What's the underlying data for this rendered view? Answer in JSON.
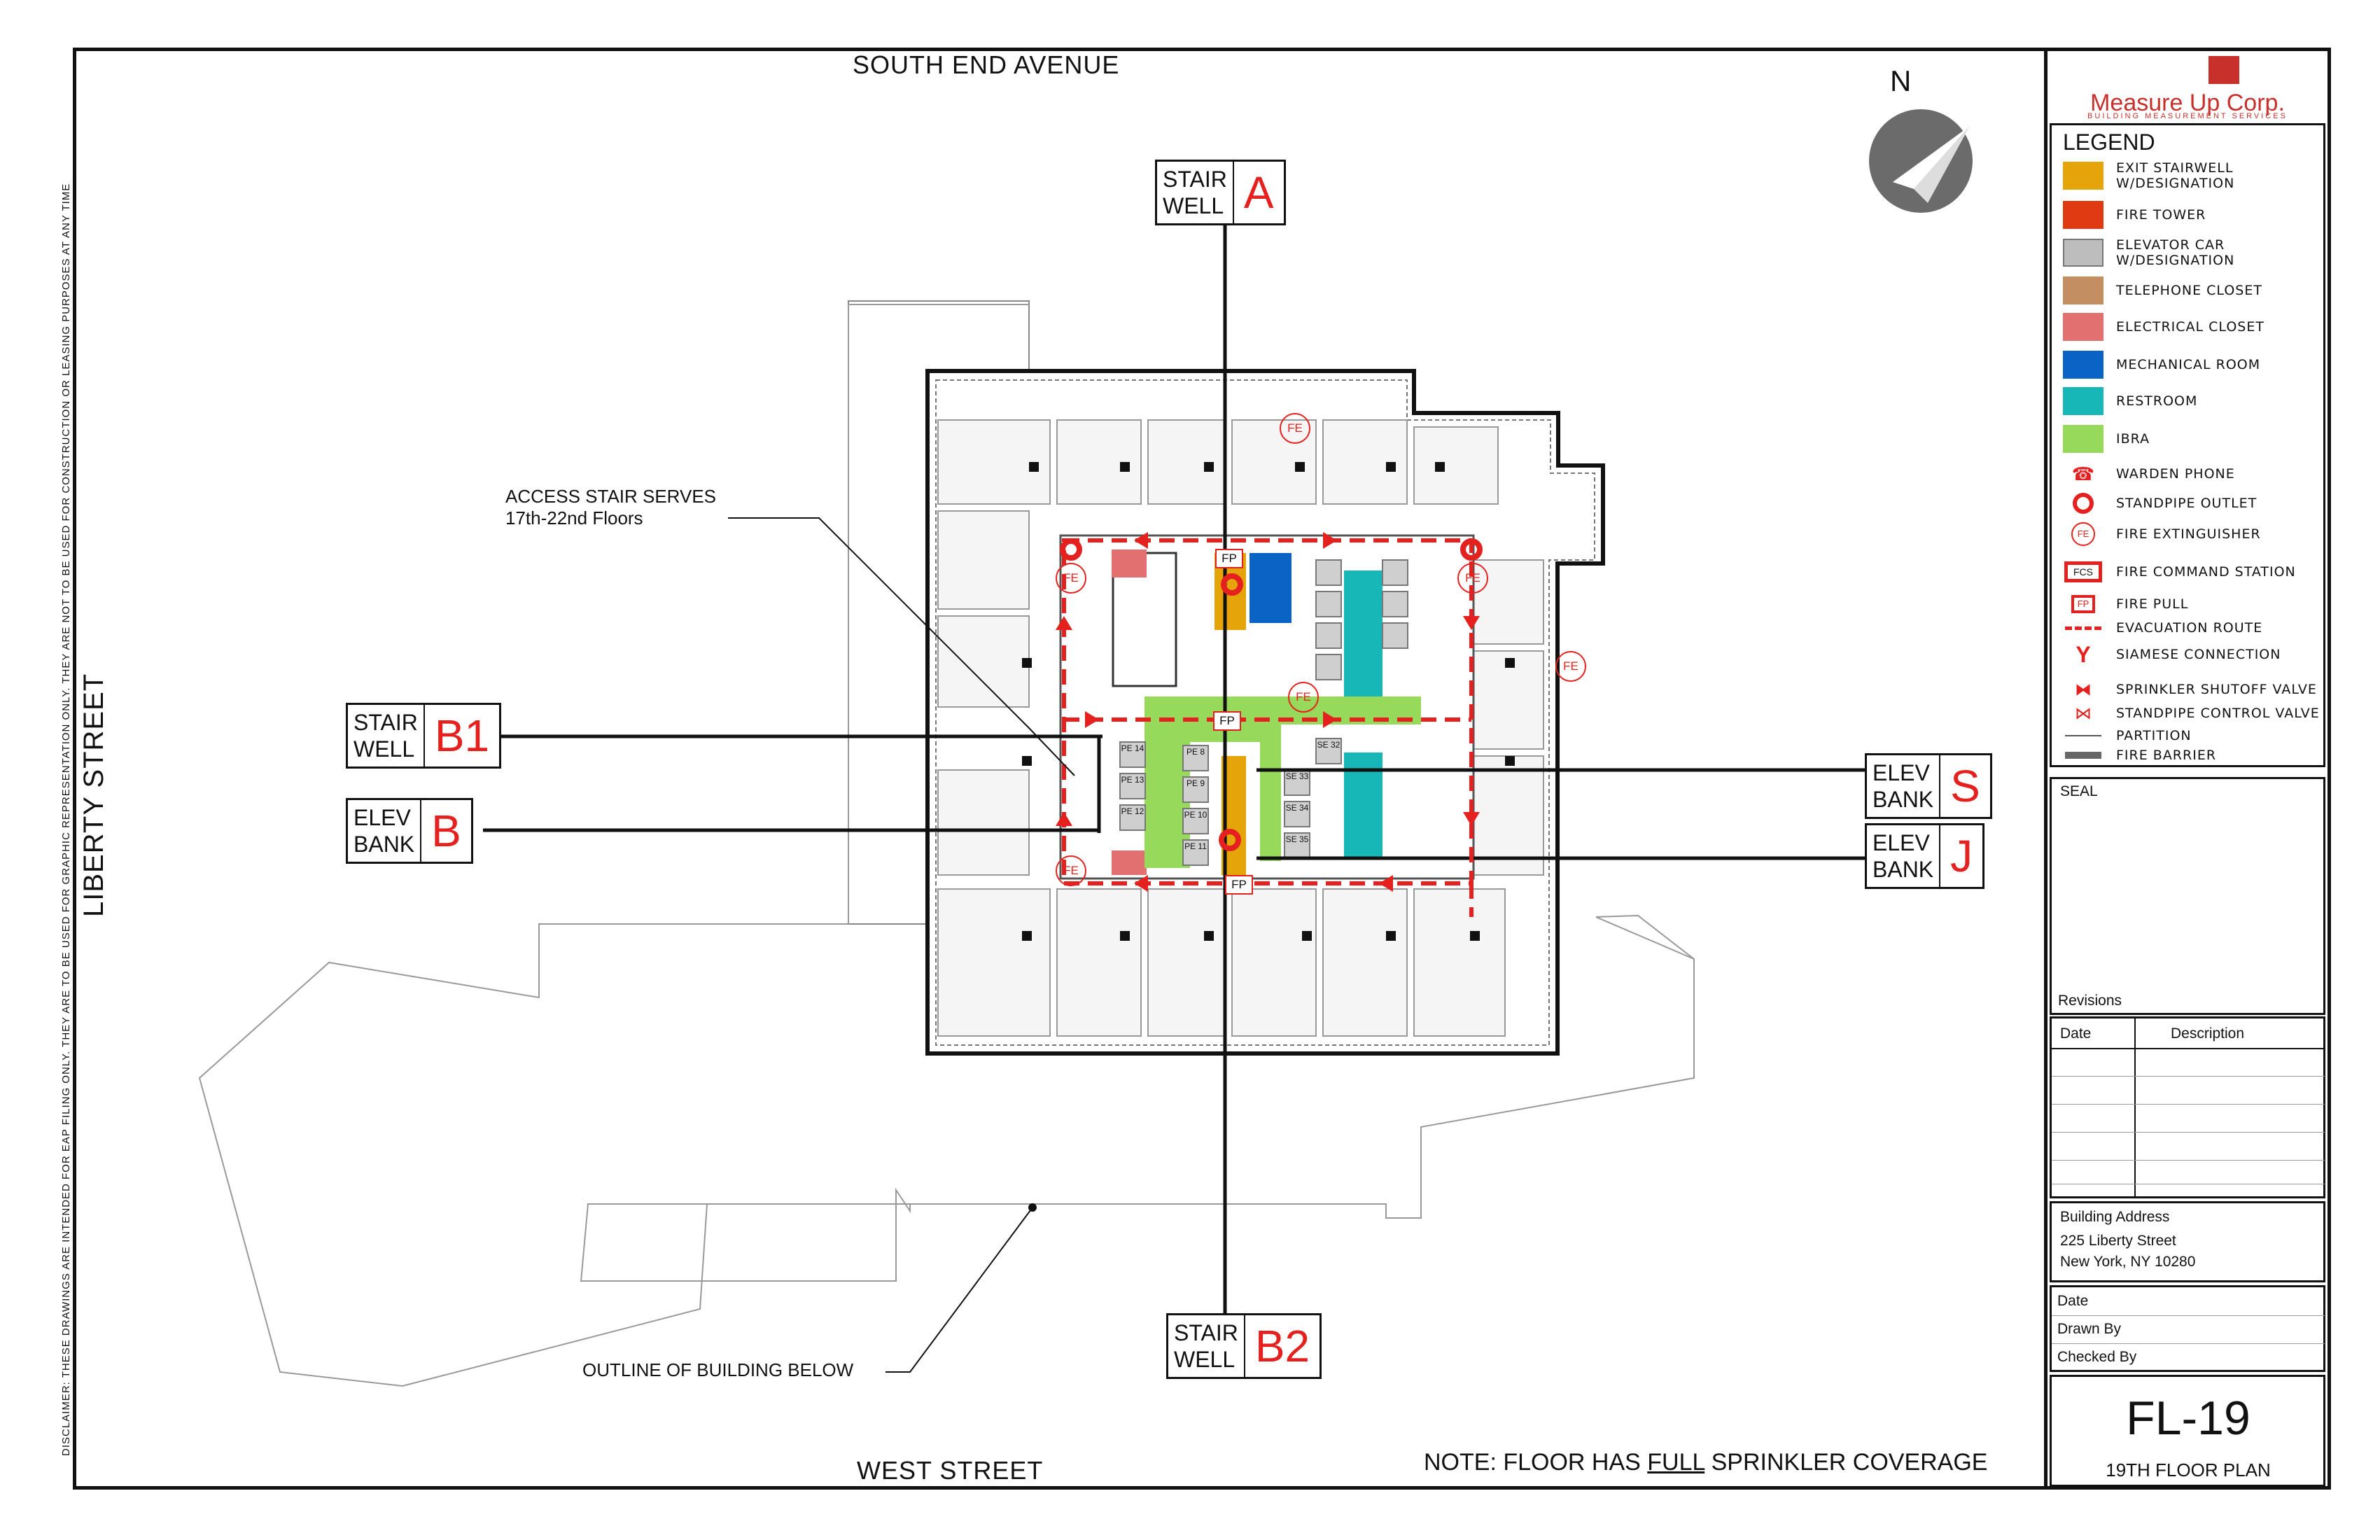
{
  "streets": {
    "north": "SOUTH END AVENUE",
    "south": "WEST STREET",
    "west": "LIBERTY STREET"
  },
  "compass": {
    "label": "N"
  },
  "callouts": [
    {
      "id": "stair-a",
      "word1": "STAIR",
      "word2": "WELL",
      "letter": "A"
    },
    {
      "id": "stair-b1",
      "word1": "STAIR",
      "word2": "WELL",
      "letter": "B1"
    },
    {
      "id": "elev-b",
      "word1": "ELEV",
      "word2": "BANK",
      "letter": "B"
    },
    {
      "id": "elev-s",
      "word1": "ELEV",
      "word2": "BANK",
      "letter": "S"
    },
    {
      "id": "elev-j",
      "word1": "ELEV",
      "word2": "BANK",
      "letter": "J"
    },
    {
      "id": "stair-b2",
      "word1": "STAIR",
      "word2": "WELL",
      "letter": "B2"
    }
  ],
  "notes": {
    "access_stair_line1": "ACCESS STAIR SERVES",
    "access_stair_line2": "17th-22nd Floors",
    "outline": "OUTLINE OF BUILDING BELOW",
    "sprinkler_prefix": "NOTE: FLOOR HAS ",
    "sprinkler_emph": "FULL",
    "sprinkler_suffix": " SPRINKLER COVERAGE",
    "disclaimer": "DISCLAIMER: THESE DRAWINGS ARE INTENDED FOR EAP FILING ONLY.   THEY ARE TO BE USED FOR GRAPHIC REPRESENTATION ONLY.  THEY ARE NOT TO BE USED FOR CONSTRUCTION OR LEASING PURPOSES AT ANY TIME"
  },
  "plan_tags": {
    "fe": "FE",
    "fp": "FP",
    "elevators_pe": [
      "PE 14",
      "PE 13",
      "PE 12",
      "PE 8",
      "PE 9",
      "PE 10",
      "PE 11"
    ],
    "elevators_se": [
      "SE 32",
      "SE 33",
      "SE 34",
      "SE 35"
    ]
  },
  "title_block": {
    "company": "Measure Up Corp.",
    "company_sub": "BUILDING MEASUREMENT SERVICES",
    "legend_title": "LEGEND",
    "legend": [
      {
        "label": "EXIT STAIRWELL W/DESIGNATION",
        "color": "#e5a50a",
        "kind": "fill"
      },
      {
        "label": "FIRE TOWER",
        "color": "#e03a12",
        "kind": "fill"
      },
      {
        "label": "ELEVATOR CAR W/DESIGNATION",
        "color": "#bdbdbd",
        "kind": "elevator"
      },
      {
        "label": "TELEPHONE CLOSET",
        "color": "#c48e63",
        "kind": "fill"
      },
      {
        "label": "ELECTRICAL CLOSET",
        "color": "#e27070",
        "kind": "fill"
      },
      {
        "label": "MECHANICAL ROOM",
        "color": "#0b63c5",
        "kind": "fill"
      },
      {
        "label": "RESTROOM",
        "color": "#17b7b8",
        "kind": "fill"
      },
      {
        "label": "IBRA",
        "color": "#97d95a",
        "kind": "fill"
      },
      {
        "label": "WARDEN PHONE",
        "color": "#e4211e",
        "kind": "phone"
      },
      {
        "label": "STANDPIPE OUTLET",
        "color": "#e4211e",
        "kind": "standpipe"
      },
      {
        "label": "FIRE EXTINGUISHER",
        "color": "#e4211e",
        "kind": "fe"
      },
      {
        "label": "FIRE COMMAND STATION",
        "color": "#e4211e",
        "kind": "fcs"
      },
      {
        "label": "FIRE PULL",
        "color": "#e4211e",
        "kind": "fp"
      },
      {
        "label": "EVACUATION ROUTE",
        "color": "#e4211e",
        "kind": "evac"
      },
      {
        "label": "SIAMESE CONNECTION",
        "color": "#e4211e",
        "kind": "siamese"
      },
      {
        "label": "SPRINKLER SHUTOFF VALVE",
        "color": "#e4211e",
        "kind": "valve"
      },
      {
        "label": "STANDPIPE CONTROL VALVE",
        "color": "#e4211e",
        "kind": "valve-outline"
      },
      {
        "label": "PARTITION",
        "color": "#555555",
        "kind": "partition"
      },
      {
        "label": "FIRE BARRIER",
        "color": "#555555",
        "kind": "barrier"
      }
    ],
    "fcs_tag": "FCS",
    "seal_label": "SEAL",
    "revisions_label": "Revisions",
    "rev_col_date": "Date",
    "rev_col_desc": "Description",
    "address_label": "Building Address",
    "address_line1": "225 Liberty Street",
    "address_line2": "New York, NY 10280",
    "date_label": "Date",
    "drawn_by_label": "Drawn By",
    "checked_by_label": "Checked By",
    "sheet_number": "FL-19",
    "sheet_title": "19TH FLOOR PLAN"
  },
  "colors": {
    "route": "#e4211e",
    "ibra": "#97d95a",
    "mechanical": "#0b63c5",
    "restroom": "#17b7b8",
    "stair": "#e5a50a",
    "electrical": "#e27070",
    "elevator": "#bdbdbd"
  }
}
